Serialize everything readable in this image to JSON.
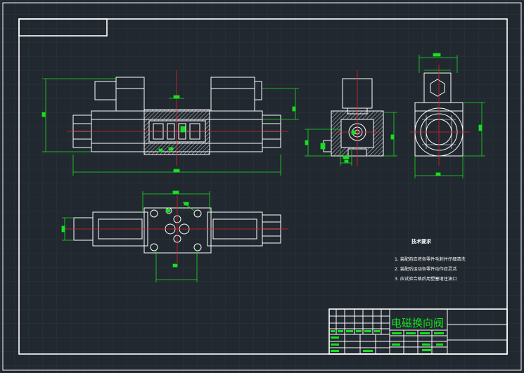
{
  "drawing": {
    "title": "电磁换向阀",
    "tech_heading": "技术要求",
    "tech_notes": [
      "1. 装配前应将各零件毛刺并仔细清洗",
      "2. 装配后运动各零件动作应灵活",
      "3. 应试验合格后用塑塞堵住油口"
    ]
  },
  "colors": {
    "background": "#212830",
    "grid": "#2b333d",
    "outline": "#ffffff",
    "centerline": "#e0202a",
    "dimension": "#18e020",
    "hatch": "#ffffff"
  }
}
